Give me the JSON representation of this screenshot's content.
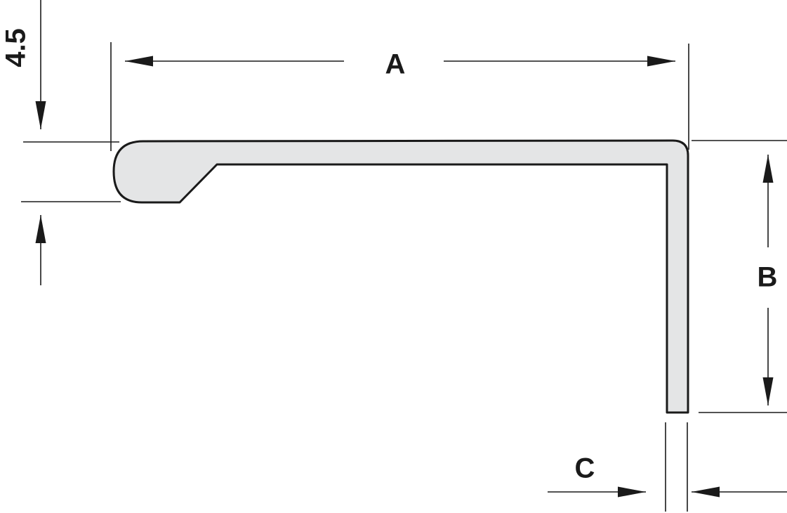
{
  "labels": {
    "thickness": "4.5",
    "length": "A",
    "height": "B",
    "wall": "C"
  },
  "colors": {
    "line": "#1a1a1a",
    "profile_fill": "#e4e5e6",
    "background": "#ffffff"
  }
}
